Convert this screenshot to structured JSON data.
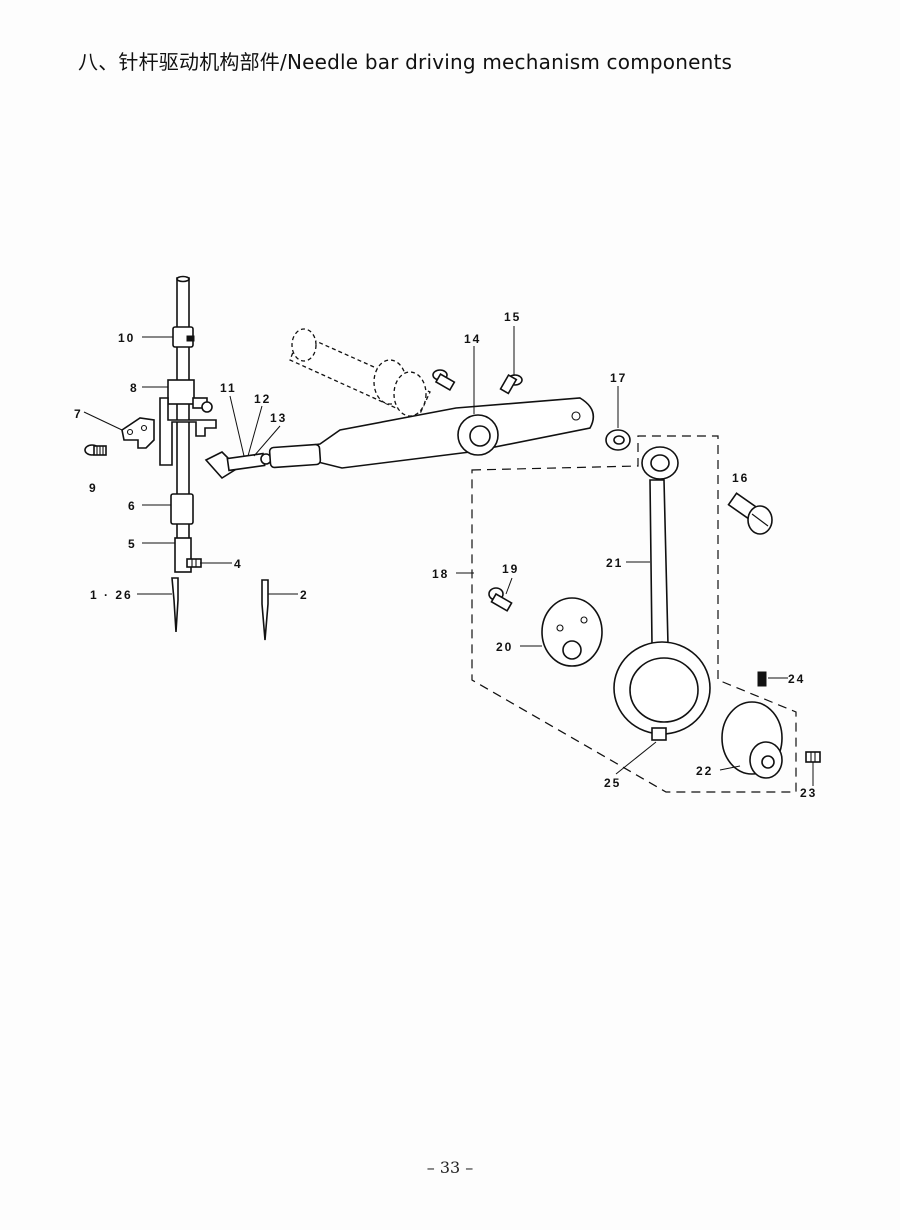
{
  "page": {
    "title": "八、针杆驱动机构部件/Needle bar driving mechanism components",
    "page_number": "– 33 –"
  },
  "diagram": {
    "part_labels": {
      "p1_26": "1 · 26",
      "p2": "2",
      "p4": "4",
      "p5": "5",
      "p6": "6",
      "p7": "7",
      "p8": "8",
      "p9": "9",
      "p10": "10",
      "p11": "11",
      "p12": "12",
      "p13": "13",
      "p14": "14",
      "p15": "15",
      "p16": "16",
      "p17": "17",
      "p18": "18",
      "p19": "19",
      "p20": "20",
      "p21": "21",
      "p22": "22",
      "p23": "23",
      "p24": "24",
      "p25": "25"
    }
  }
}
